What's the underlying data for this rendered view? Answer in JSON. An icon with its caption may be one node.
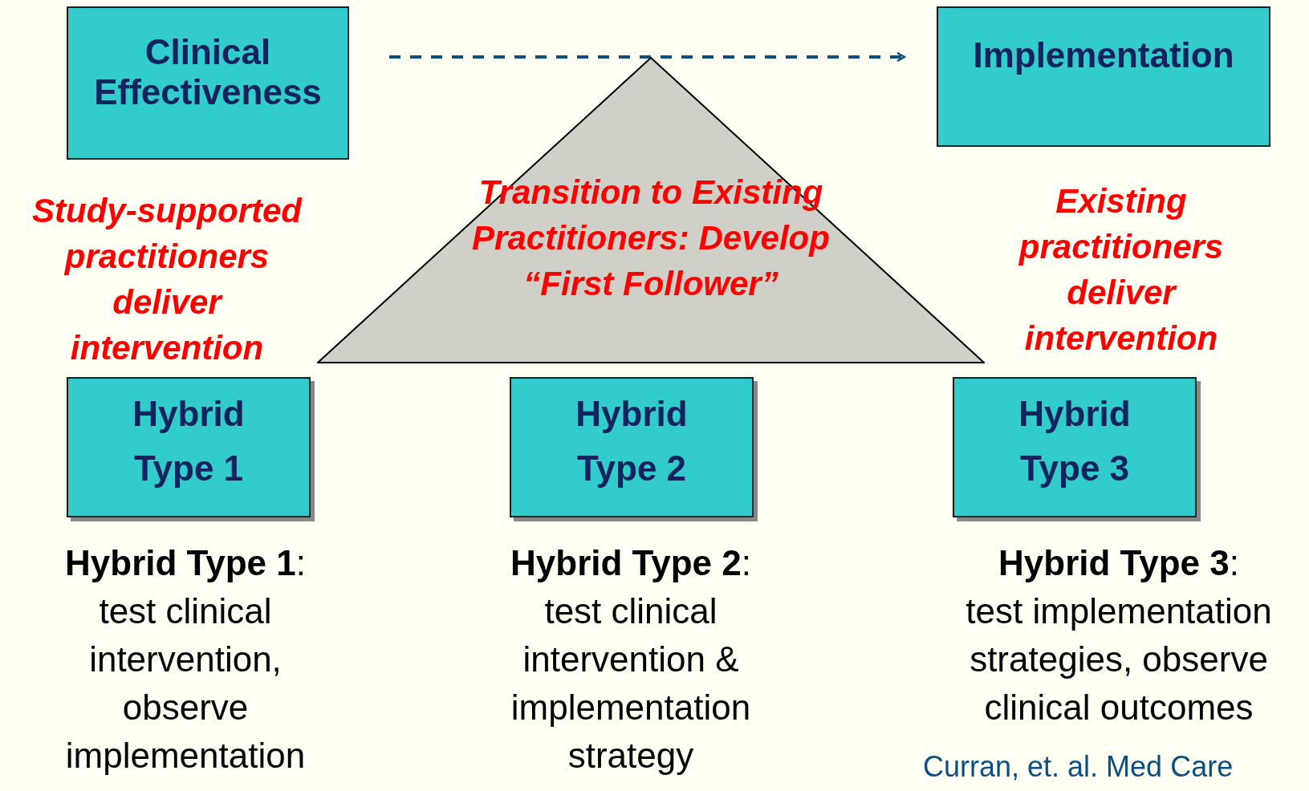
{
  "diagram": {
    "nodes": [
      {
        "text": [
          "Clinical Effectiveness"
        ]
      },
      {
        "text": [
          "Implementation"
        ]
      },
      {
        "text": [
          "Transition to Existing Practitioners: Develop “First Follower”"
        ]
      },
      {
        "text": [
          "Hybrid Type 1"
        ],
        "beside": [
          "**Hybrid Type 1**:",
          "test clinical intervention, observe implementation"
        ]
      },
      {
        "text": [
          "Hybrid Type 2"
        ],
        "beside": [
          "**Hybrid Type 2**:",
          "test clinical intervention & implementation strategy"
        ]
      },
      {
        "text": [
          "Hybrid Type 3"
        ],
        "beside": [
          "**Hybrid Type 3**:",
          "test implementation strategies, observe clinical outcomes"
        ]
      }
    ],
    "edges": [
      {
        "from": 0,
        "to": 1,
        "arrow": "to",
        "style": "dashed",
        "color": "#0b4f82"
      }
    ],
    "labels": [
      "Study-supported practitioners deliver intervention",
      "Existing practitioners deliver intervention",
      "Curran, et. al. Med Care"
    ]
  }
}
